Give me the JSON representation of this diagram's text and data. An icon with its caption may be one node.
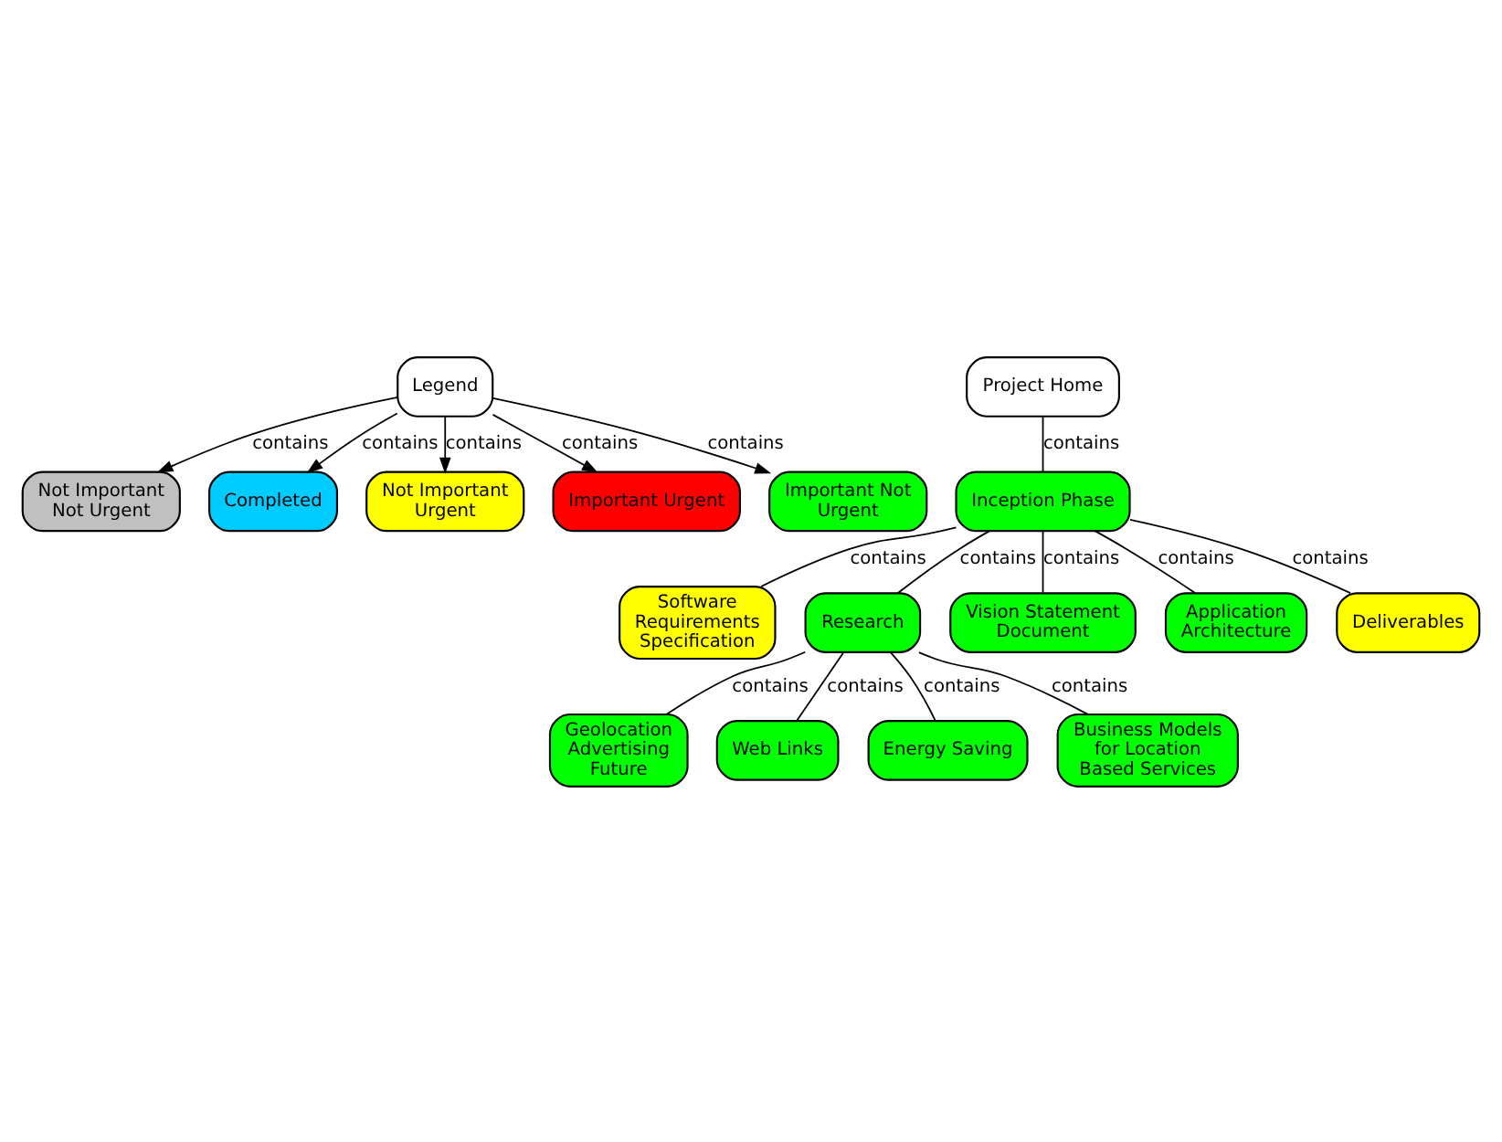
{
  "diagram": {
    "nodes": [
      {
        "text": [
          "Not Important Not Urgent"
        ]
      },
      {
        "text": [
          "Completed"
        ]
      },
      {
        "text": [
          "Legend"
        ]
      },
      {
        "text": [
          "Not Important Urgent"
        ]
      },
      {
        "text": [
          "Important Urgent"
        ]
      },
      {
        "text": [
          "Important Not Urgent"
        ]
      },
      {
        "text": [
          "Project Home"
        ]
      },
      {
        "text": [
          "Inception Phase"
        ]
      },
      {
        "text": [
          "Software Requirements Specification"
        ]
      },
      {
        "text": [
          "Research"
        ]
      },
      {
        "text": [
          "Vision Statement Document"
        ]
      },
      {
        "text": [
          "Application Architecture"
        ]
      },
      {
        "text": [
          "Deliverables"
        ]
      },
      {
        "text": [
          "Geolocation Advertising Future"
        ]
      },
      {
        "text": [
          "Web Links"
        ]
      },
      {
        "text": [
          "Energy Saving"
        ]
      },
      {
        "text": [
          "Business Models for Location Based Services"
        ]
      }
    ],
    "edges": [
      {
        "from": 2,
        "to": 0,
        "label": "contains",
        "arrow": "to"
      },
      {
        "from": 2,
        "to": 1,
        "label": "contains",
        "arrow": "to"
      },
      {
        "from": 2,
        "to": 3,
        "label": "contains",
        "arrow": "to"
      },
      {
        "from": 2,
        "to": 4,
        "label": "contains",
        "arrow": "to"
      },
      {
        "from": 2,
        "to": 5,
        "label": "contains",
        "arrow": "to"
      },
      {
        "from": 6,
        "to": 7,
        "label": "contains",
        "arrow": "none"
      },
      {
        "from": 7,
        "to": 8,
        "label": "contains",
        "arrow": "none"
      },
      {
        "from": 7,
        "to": 9,
        "label": "contains",
        "arrow": "none"
      },
      {
        "from": 7,
        "to": 10,
        "label": "contains",
        "arrow": "none"
      },
      {
        "from": 7,
        "to": 11,
        "label": "contains",
        "arrow": "none"
      },
      {
        "from": 7,
        "to": 12,
        "label": "contains",
        "arrow": "none"
      },
      {
        "from": 9,
        "to": 13,
        "label": "contains",
        "arrow": "none"
      },
      {
        "from": 9,
        "to": 14,
        "label": "contains",
        "arrow": "none"
      },
      {
        "from": 9,
        "to": 15,
        "label": "contains",
        "arrow": "none"
      },
      {
        "from": 9,
        "to": 16,
        "label": "contains",
        "arrow": "none"
      }
    ]
  }
}
